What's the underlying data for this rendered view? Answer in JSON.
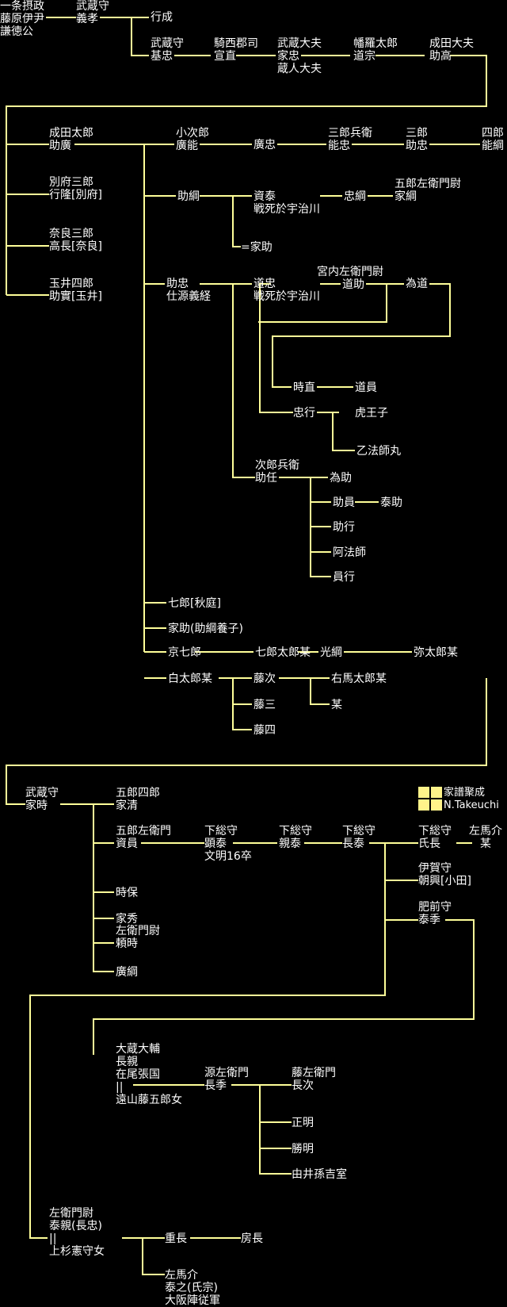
{
  "line_color": "#ffff99",
  "text_color": "#ffffff",
  "credit": {
    "line1": "家譜聚成",
    "line2": "N.Takeuchi"
  },
  "nodes": {
    "n01": [
      "一条摂政",
      "藤原伊尹",
      "謙徳公"
    ],
    "n02": [
      "武蔵守",
      "義孝"
    ],
    "n03": [
      "行成"
    ],
    "n04": [
      "武蔵守",
      "基忠"
    ],
    "n05": [
      "騎西郡司",
      "宣直"
    ],
    "n06": [
      "武蔵大夫",
      "家忠",
      "蔵人大夫"
    ],
    "n07": [
      "幡羅太郎",
      "道宗"
    ],
    "n08": [
      "成田大夫",
      "助高"
    ],
    "n09": [
      "成田太郎",
      "助廣"
    ],
    "n10": [
      "小次郎",
      "廣能"
    ],
    "n11": [
      "廣忠"
    ],
    "n12": [
      "三郎兵衛",
      "能忠"
    ],
    "n13": [
      "三郎",
      "助忠"
    ],
    "n14": [
      "四郎",
      "能綱"
    ],
    "n15": [
      "別府三郎",
      "行隆[別府]"
    ],
    "n16": [
      "奈良三郎",
      "高長[奈良]"
    ],
    "n17": [
      "玉井四郎",
      "助實[玉井]"
    ],
    "n18": [
      "助綱"
    ],
    "n19": [
      "資泰",
      "戦死於宇治川"
    ],
    "n20": [
      "忠綱"
    ],
    "n21": [
      "五郎左衛門尉",
      "家綱"
    ],
    "n22": [
      "=家助"
    ],
    "n23": [
      "助忠",
      "仕源義経"
    ],
    "n24": [
      "道忠",
      "戦死於宇治川"
    ],
    "n25": [
      "宮内左衛門尉",
      "道助"
    ],
    "n26": [
      "為道"
    ],
    "n27": [
      "時直"
    ],
    "n28": [
      "道員"
    ],
    "n29": [
      "忠行"
    ],
    "n30": [
      "虎王子"
    ],
    "n31": [
      "乙法師丸"
    ],
    "n32": [
      "次郎兵衛",
      "助任"
    ],
    "n33": [
      "為助"
    ],
    "n34": [
      "助員"
    ],
    "n35": [
      "泰助"
    ],
    "n36": [
      "助行"
    ],
    "n37": [
      "阿法師"
    ],
    "n38": [
      "員行"
    ],
    "n39": [
      "七郎[秋庭]"
    ],
    "n40": [
      "家助(助綱養子)"
    ],
    "n41": [
      "京七郎"
    ],
    "n42": [
      "七郎太郎某"
    ],
    "n43": [
      "光綱"
    ],
    "n44": [
      "弥太郎某"
    ],
    "n45": [
      "白太郎某"
    ],
    "n46": [
      "藤次"
    ],
    "n47": [
      "右馬太郎某"
    ],
    "n48": [
      "某"
    ],
    "n49": [
      "藤三"
    ],
    "n50": [
      "藤四"
    ],
    "n51": [
      "武蔵守",
      "家時"
    ],
    "n52": [
      "五郎四郎",
      "家清"
    ],
    "n53": [
      "五郎左衛門",
      "資員"
    ],
    "n54": [
      "下総守",
      "顕泰",
      "文明16卒"
    ],
    "n55": [
      "下総守",
      "親泰"
    ],
    "n56": [
      "下総守",
      "長泰"
    ],
    "n57": [
      "下総守",
      "氏長"
    ],
    "n58": [
      "左馬介",
      "某"
    ],
    "n59": [
      "伊賀守",
      "朝興[小田]"
    ],
    "n60": [
      "肥前守",
      "泰季"
    ],
    "n61": [
      "時保"
    ],
    "n62": [
      "家秀"
    ],
    "n63": [
      "左衛門尉",
      "頼時"
    ],
    "n64": [
      "廣綱"
    ],
    "n65": [
      "大蔵大輔",
      "長親",
      "在尾張国",
      "||",
      "遠山藤五郎女"
    ],
    "n66": [
      "源左衛門",
      "長季"
    ],
    "n67": [
      "藤左衛門",
      "長次"
    ],
    "n68": [
      "正明"
    ],
    "n69": [
      "勝明"
    ],
    "n70": [
      "由井孫吉室"
    ],
    "n71": [
      "左衛門尉",
      "泰親(長忠)",
      "||",
      "上杉憲守女"
    ],
    "n72": [
      "重長"
    ],
    "n73": [
      "房長"
    ],
    "n74": [
      "左馬介",
      "泰之(氏宗)",
      "大阪陣従軍"
    ]
  }
}
